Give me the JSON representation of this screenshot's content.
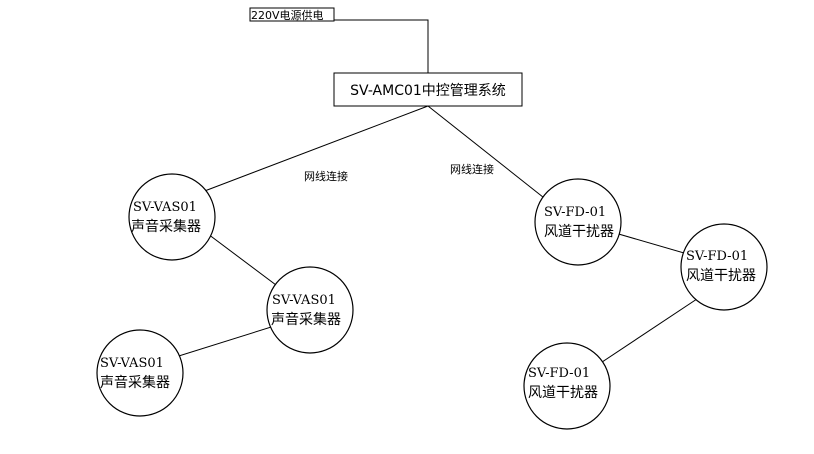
{
  "power": {
    "label": "220V电源供电"
  },
  "controller": {
    "label": "SV-AMC01中控管理系统"
  },
  "links": {
    "left_label": "网线连接",
    "right_label": "网线连接"
  },
  "nodes": [
    {
      "model": "SV-VAS01",
      "name": "声音采集器"
    },
    {
      "model": "SV-VAS01",
      "name": "声音采集器"
    },
    {
      "model": "SV-VAS01",
      "name": "声音采集器"
    },
    {
      "model": "SV-FD-01",
      "name": "风道干扰器"
    },
    {
      "model": "SV-FD-01",
      "name": "风道干扰器"
    },
    {
      "model": "SV-FD-01",
      "name": "风道干扰器"
    }
  ]
}
